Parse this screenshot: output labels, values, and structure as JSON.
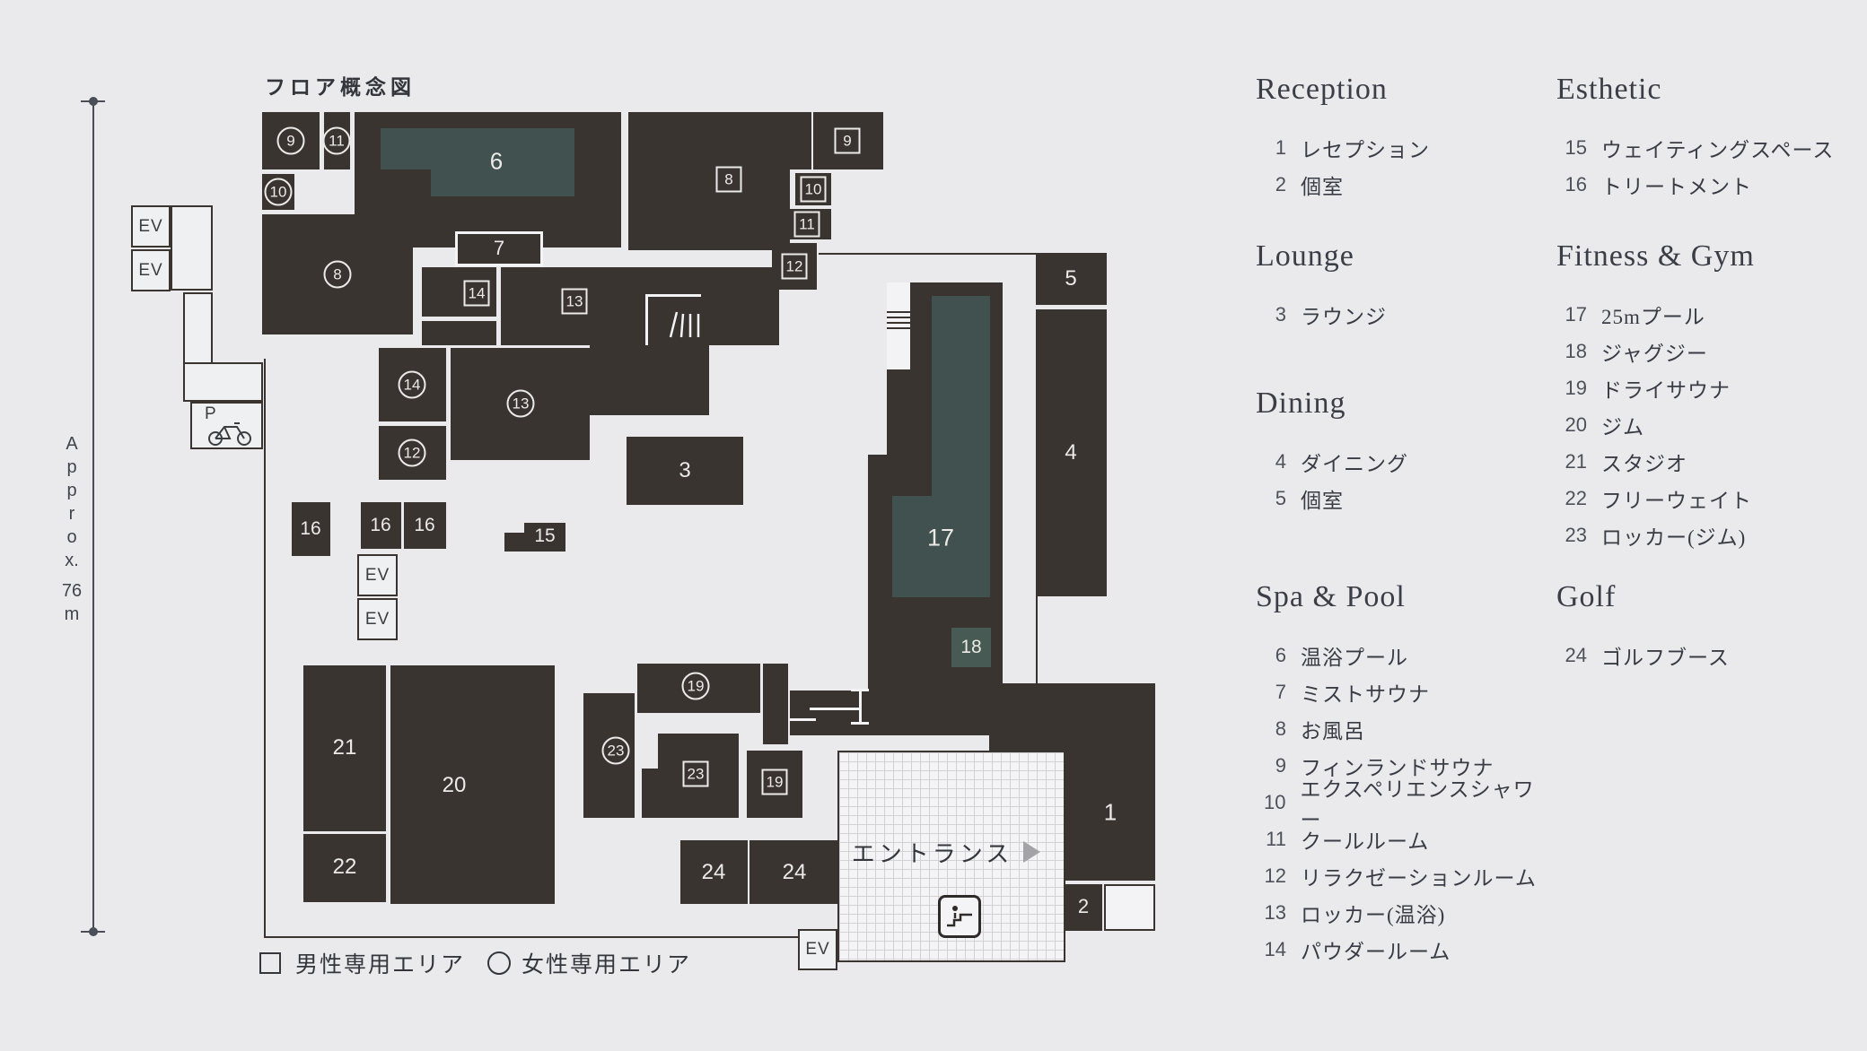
{
  "title": "フロア概念図",
  "scale": {
    "chars": [
      "A",
      "p",
      "p",
      "r",
      "o",
      "x.",
      "76",
      "m"
    ]
  },
  "area_legend": {
    "male": "男性専用エリア",
    "female": "女性専用エリア"
  },
  "entrance": {
    "label": "エントランス"
  },
  "plan": {
    "ev": "EV",
    "parking": "P",
    "n1": "1",
    "n2": "2",
    "n3": "3",
    "n4": "4",
    "n5": "5",
    "n6": "6",
    "n7": "7",
    "n8": "8",
    "n9": "9",
    "n10": "10",
    "n11": "11",
    "n12": "12",
    "n13": "13",
    "n14": "14",
    "n15": "15",
    "n16": "16",
    "n17": "17",
    "n18": "18",
    "n19": "19",
    "n20": "20",
    "n21": "21",
    "n22": "22",
    "n23": "23",
    "n24": "24"
  },
  "sections": [
    {
      "heading": "Reception",
      "items": [
        {
          "num": "1",
          "label": "レセプション"
        },
        {
          "num": "2",
          "label": "個室"
        }
      ]
    },
    {
      "heading": "Lounge",
      "items": [
        {
          "num": "3",
          "label": "ラウンジ"
        }
      ]
    },
    {
      "heading": "Dining",
      "items": [
        {
          "num": "4",
          "label": "ダイニング"
        },
        {
          "num": "5",
          "label": "個室"
        }
      ]
    },
    {
      "heading": "Spa & Pool",
      "items": [
        {
          "num": "6",
          "label": "温浴プール"
        },
        {
          "num": "7",
          "label": "ミストサウナ"
        },
        {
          "num": "8",
          "label": "お風呂"
        },
        {
          "num": "9",
          "label": "フィンランドサウナ"
        },
        {
          "num": "10",
          "label": "エクスペリエンスシャワー"
        },
        {
          "num": "11",
          "label": "クールルーム"
        },
        {
          "num": "12",
          "label": "リラクゼーションルーム"
        },
        {
          "num": "13",
          "label": "ロッカー(温浴)"
        },
        {
          "num": "14",
          "label": "パウダールーム"
        }
      ]
    },
    {
      "heading": "Esthetic",
      "items": [
        {
          "num": "15",
          "label": "ウェイティングスペース"
        },
        {
          "num": "16",
          "label": "トリートメント"
        }
      ]
    },
    {
      "heading": "Fitness & Gym",
      "items": [
        {
          "num": "17",
          "label": "25mプール"
        },
        {
          "num": "18",
          "label": "ジャグジー"
        },
        {
          "num": "19",
          "label": "ドライサウナ"
        },
        {
          "num": "20",
          "label": "ジム"
        },
        {
          "num": "21",
          "label": "スタジオ"
        },
        {
          "num": "22",
          "label": "フリーウェイト"
        },
        {
          "num": "23",
          "label": "ロッカー(ジム)"
        }
      ]
    },
    {
      "heading": "Golf",
      "items": [
        {
          "num": "24",
          "label": "ゴルフブース"
        }
      ]
    }
  ],
  "colors": {
    "dark": "#3a3431",
    "pool": "#415150",
    "background": "#eaeaed",
    "arrow": "#a3a3a8"
  }
}
